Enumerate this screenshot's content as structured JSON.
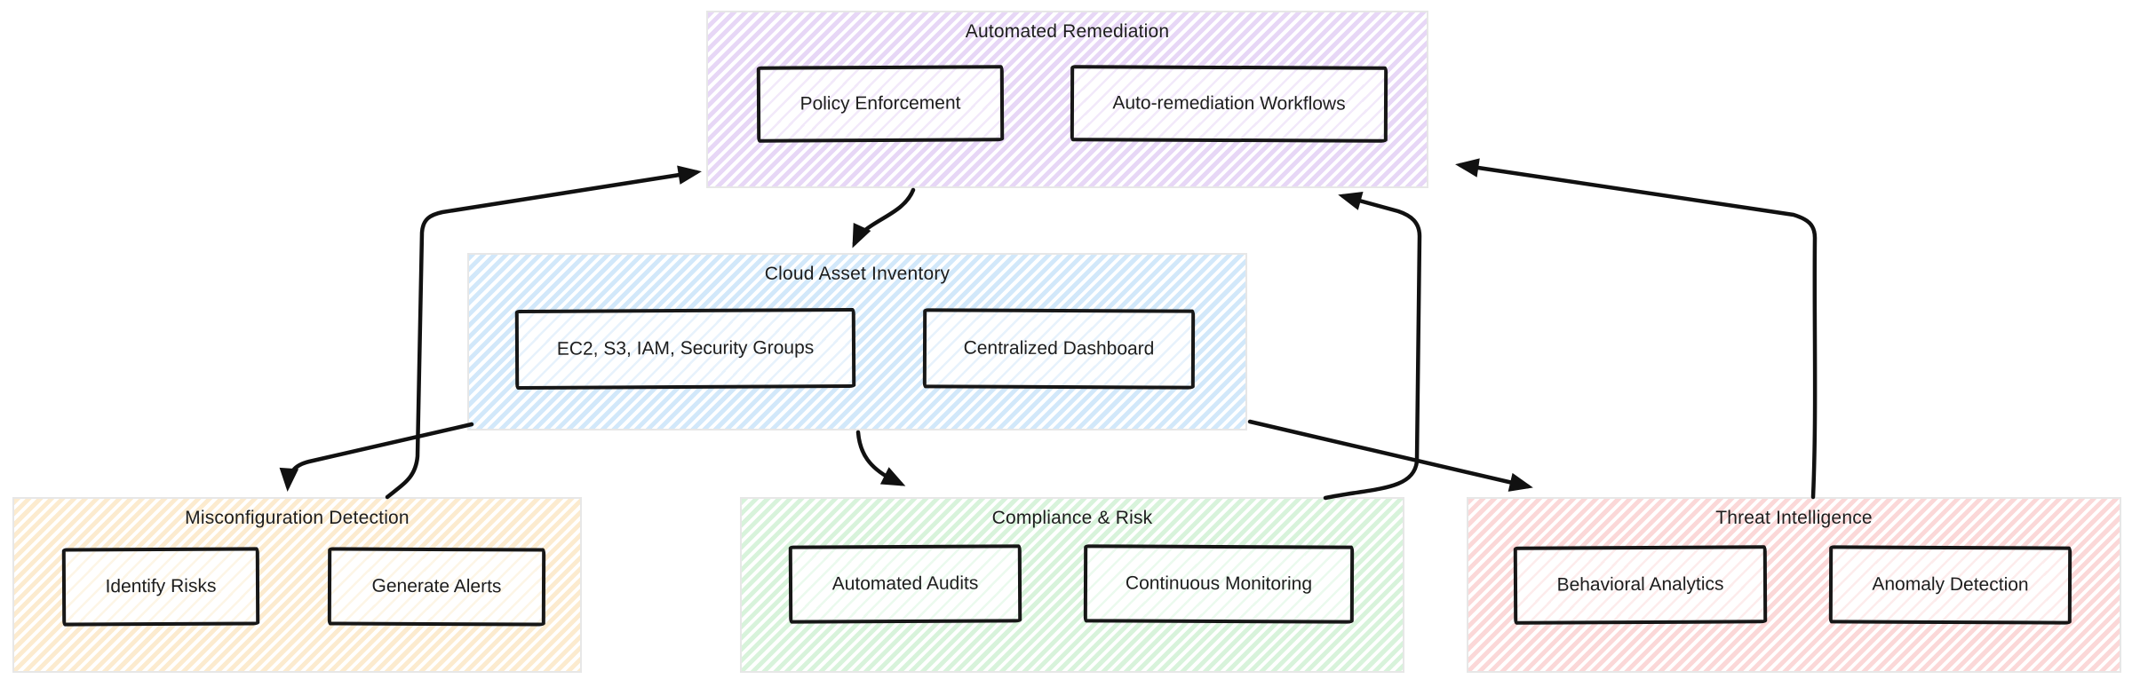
{
  "diagram": {
    "type": "flow-diagram",
    "background": "#ffffff",
    "text_color": "#1d1d1d",
    "edge_color": "#111111",
    "nodes": [
      {
        "id": "automated-remediation",
        "title": "Automated Remediation",
        "hatch": "#e7d7f6",
        "hatch_light": "#f2e9fa",
        "children": [
          {
            "label": "Policy Enforcement"
          },
          {
            "label": "Auto-remediation Workflows"
          }
        ]
      },
      {
        "id": "cloud-asset-inventory",
        "title": "Cloud Asset Inventory",
        "hatch": "#d2e8fa",
        "hatch_light": "#e7f2fc",
        "children": [
          {
            "label": "EC2, S3, IAM, Security Groups"
          },
          {
            "label": "Centralized Dashboard"
          }
        ]
      },
      {
        "id": "misconfiguration-detection",
        "title": "Misconfiguration Detection",
        "hatch": "#fcebcf",
        "hatch_light": "#fdf5e6",
        "children": [
          {
            "label": "Identify Risks"
          },
          {
            "label": "Generate Alerts"
          }
        ]
      },
      {
        "id": "compliance-risk",
        "title": "Compliance & Risk",
        "hatch": "#d8f3db",
        "hatch_light": "#ebfaee",
        "children": [
          {
            "label": "Automated Audits"
          },
          {
            "label": "Continuous Monitoring"
          }
        ]
      },
      {
        "id": "threat-intelligence",
        "title": "Threat Intelligence",
        "hatch": "#fbd8d8",
        "hatch_light": "#fdecec",
        "children": [
          {
            "label": "Behavioral Analytics"
          },
          {
            "label": "Anomaly Detection"
          }
        ]
      }
    ],
    "edges": [
      {
        "from": "automated-remediation",
        "to": "cloud-asset-inventory"
      },
      {
        "from": "misconfiguration-detection",
        "to": "automated-remediation"
      },
      {
        "from": "cloud-asset-inventory",
        "to": "misconfiguration-detection"
      },
      {
        "from": "cloud-asset-inventory",
        "to": "compliance-risk"
      },
      {
        "from": "cloud-asset-inventory",
        "to": "threat-intelligence"
      },
      {
        "from": "compliance-risk",
        "to": "automated-remediation"
      },
      {
        "from": "threat-intelligence",
        "to": "automated-remediation"
      }
    ]
  }
}
